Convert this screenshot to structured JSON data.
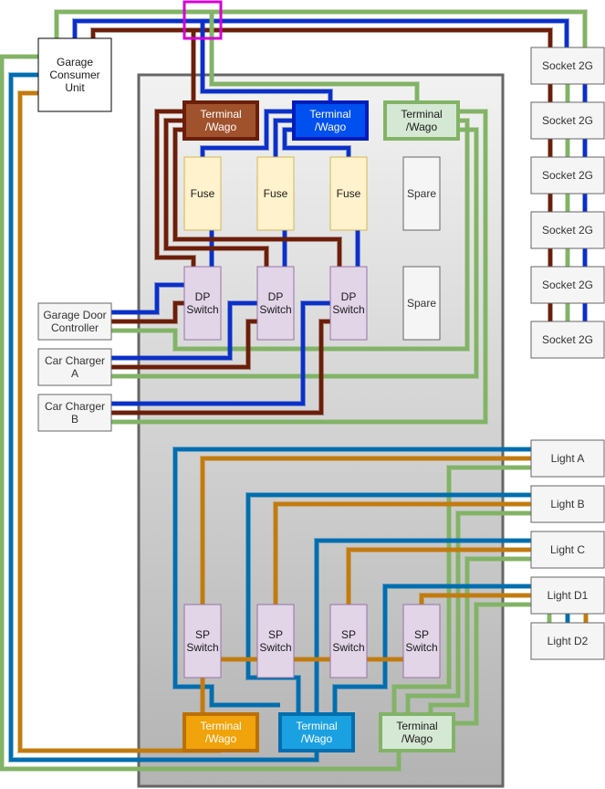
{
  "title": "Garage wiring diagram",
  "colors": {
    "brown": "#6b1e0a",
    "blue_dark": "#0b30c8",
    "green": "#82b366",
    "light_blue": "#006eaf",
    "orange": "#c27b0e",
    "magenta": "#d400d4"
  },
  "nodes": {
    "consumer_unit": {
      "label": [
        "Garage",
        "Consumer",
        "Unit"
      ]
    },
    "terminal_brown": {
      "label": [
        "Terminal",
        "/Wago"
      ]
    },
    "terminal_blue": {
      "label": [
        "Terminal",
        "/Wago"
      ]
    },
    "terminal_green_top": {
      "label": [
        "Terminal",
        "/Wago"
      ]
    },
    "fuses": [
      {
        "label": "Fuse"
      },
      {
        "label": "Fuse"
      },
      {
        "label": "Fuse"
      }
    ],
    "spare_top": {
      "label": "Spare"
    },
    "spare_bottom": {
      "label": "Spare"
    },
    "dp_switches": [
      {
        "label": [
          "DP",
          "Switch"
        ]
      },
      {
        "label": [
          "DP",
          "Switch"
        ]
      },
      {
        "label": [
          "DP",
          "Switch"
        ]
      }
    ],
    "garage_door": {
      "label": [
        "Garage Door",
        "Controller"
      ]
    },
    "car_charger_a": {
      "label": [
        "Car Charger",
        "A"
      ]
    },
    "car_charger_b": {
      "label": [
        "Car Charger",
        "B"
      ]
    },
    "sockets": [
      {
        "label": "Socket 2G"
      },
      {
        "label": "Socket 2G"
      },
      {
        "label": "Socket 2G"
      },
      {
        "label": "Socket 2G"
      },
      {
        "label": "Socket 2G"
      },
      {
        "label": "Socket 2G"
      }
    ],
    "lights": [
      {
        "label": "Light A"
      },
      {
        "label": "Light B"
      },
      {
        "label": "Light C"
      },
      {
        "label": "Light D1"
      },
      {
        "label": "Light D2"
      }
    ],
    "sp_switches": [
      {
        "label": [
          "SP",
          "Switch"
        ]
      },
      {
        "label": [
          "SP",
          "Switch"
        ]
      },
      {
        "label": [
          "SP",
          "Switch"
        ]
      },
      {
        "label": [
          "SP",
          "Switch"
        ]
      }
    ],
    "terminal_orange": {
      "label": [
        "Terminal",
        "/Wago"
      ]
    },
    "terminal_lightblue": {
      "label": [
        "Terminal",
        "/Wago"
      ]
    },
    "terminal_green_bottom": {
      "label": [
        "Terminal",
        "/Wago"
      ]
    }
  }
}
